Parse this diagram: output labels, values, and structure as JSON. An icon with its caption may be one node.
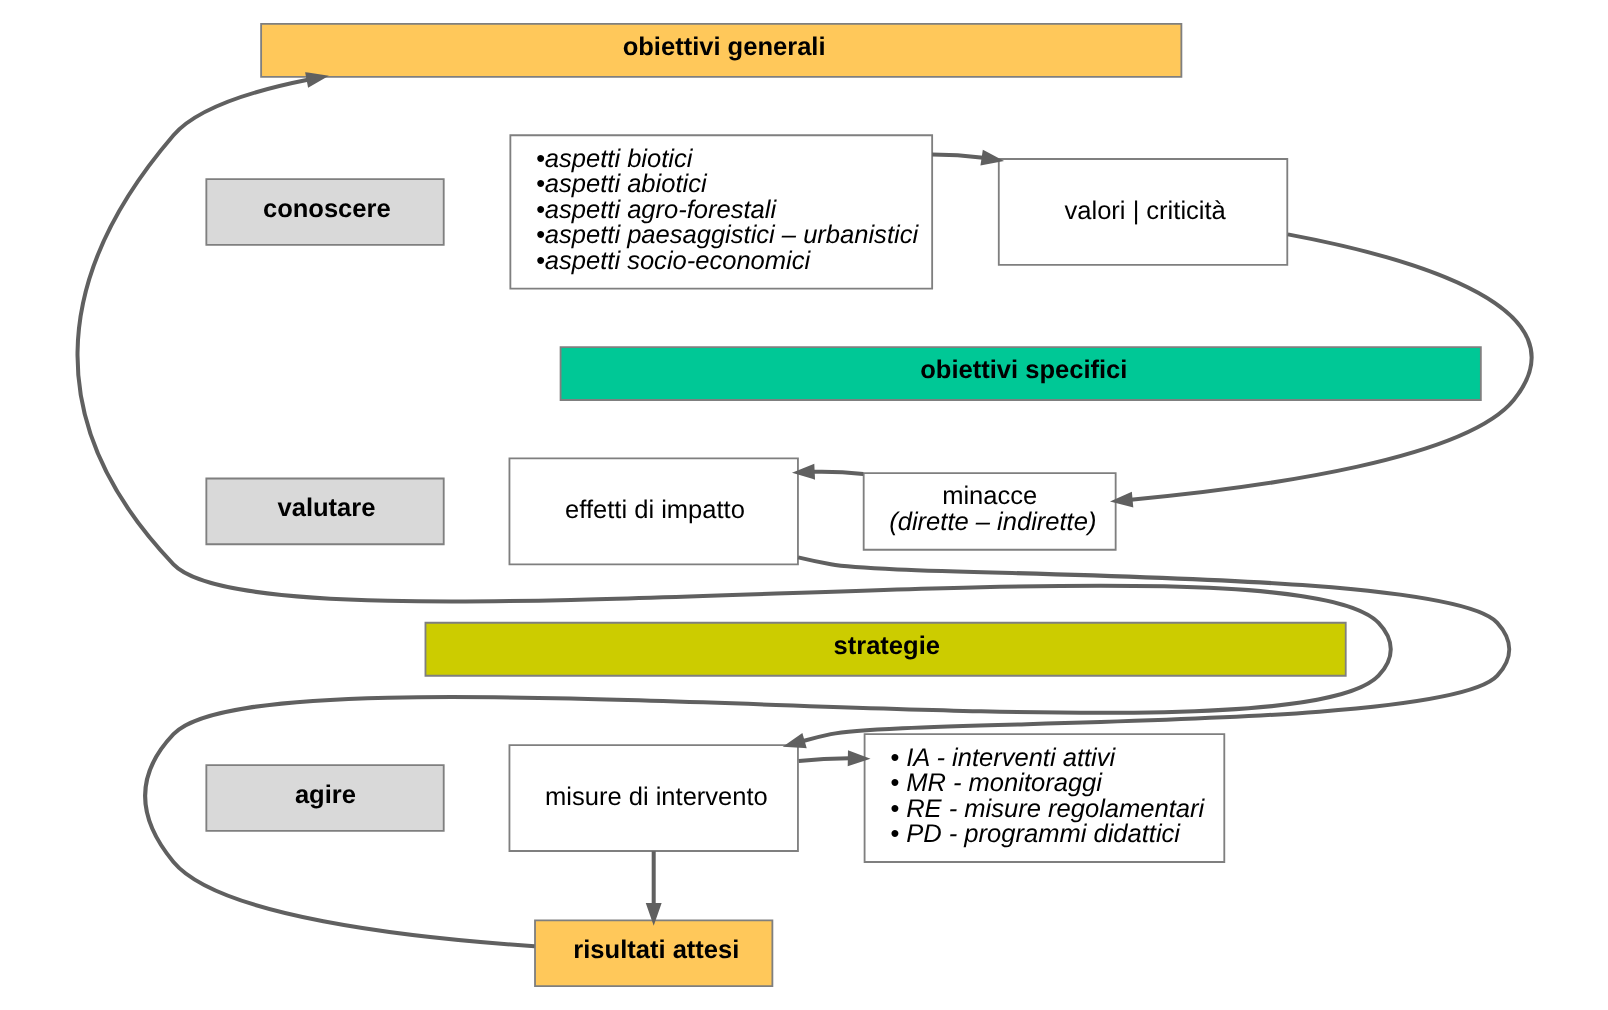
{
  "diagram": {
    "nodes": [
      {
        "text": [
          "obiettivi generali"
        ]
      },
      {
        "text": [
          "conoscere"
        ]
      },
      {
        "text": [
          "•aspetti biotici",
          "•aspetti abiotici",
          "•aspetti agro-forestali",
          "•aspetti paesaggistici – urbanistici",
          "•aspetti socio-economici"
        ]
      },
      {
        "text": [
          "valori | criticità"
        ]
      },
      {
        "text": [
          "obiettivi specifici"
        ]
      },
      {
        "text": [
          "valutare"
        ]
      },
      {
        "text": [
          "effetti di impatto"
        ]
      },
      {
        "text": [
          "minacce",
          "(dirette – indirette)"
        ]
      },
      {
        "text": [
          "strategie"
        ]
      },
      {
        "text": [
          "agire"
        ]
      },
      {
        "text": [
          "misure di intervento"
        ]
      },
      {
        "text": [
          "• IA - interventi attivi",
          "• MR - monitoraggi",
          "• RE - misure regolamentari",
          "• PD - programmi didattici"
        ]
      },
      {
        "text": [
          "risultati attesi"
        ]
      }
    ],
    "edges": [
      {
        "from": 2,
        "to": 3,
        "arrow": "to"
      },
      {
        "from": 3,
        "to": 7,
        "arrow": "to"
      },
      {
        "from": 7,
        "to": 6,
        "arrow": "to"
      },
      {
        "from": 6,
        "to": 10,
        "arrow": "to"
      },
      {
        "from": 10,
        "to": 11,
        "arrow": "to"
      },
      {
        "from": 10,
        "to": 12,
        "arrow": "to"
      },
      {
        "from": 12,
        "to": 0,
        "arrow": "to"
      }
    ]
  }
}
